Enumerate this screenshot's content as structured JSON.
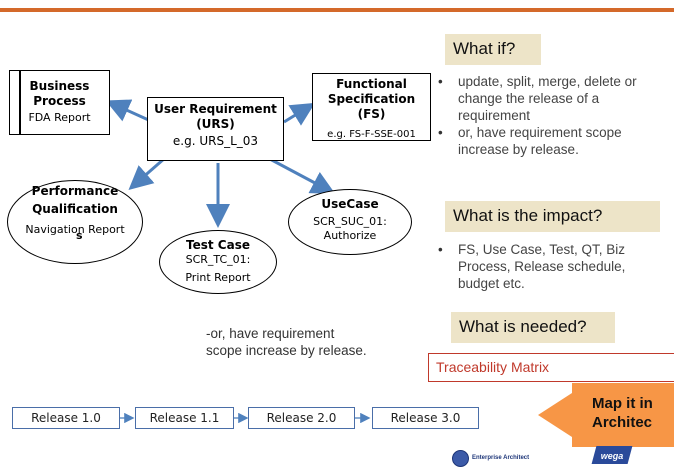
{
  "business": {
    "title_1": "Business",
    "title_2": "Process",
    "sub": "FDA Report"
  },
  "urs": {
    "title_1": "User Requirement",
    "title_2": "(URS)",
    "sub": "e.g. URS_L_03"
  },
  "fs": {
    "title_1": "Functional",
    "title_2": "Specification (FS)",
    "sub": "e.g. FS-F-SSE-001"
  },
  "pq": {
    "title_1": "Performance",
    "title_2": "Qualification",
    "sub": "Navigation Report",
    "stray": "s"
  },
  "testcase": {
    "title": "Test Case",
    "line1": "SCR_TC_01:",
    "line2": "Print Report"
  },
  "usecase": {
    "title": "UseCase",
    "line1": "SCR_SUC_01:",
    "line2": "Authorize"
  },
  "what_if": {
    "heading": "What if?",
    "bullets": [
      "update, split, merge, delete or change the release of a requirement",
      "or, have requirement scope increase by release."
    ]
  },
  "impact": {
    "heading": "What is the impact?",
    "bullets": [
      "FS, Use Case, Test, QT, Biz Process, Release schedule, budget etc."
    ]
  },
  "needed": {
    "heading": "What is needed?"
  },
  "traceability": {
    "label": "Traceability Matrix"
  },
  "note": {
    "line1": "-or, have requirement",
    "line2": "scope increase by release."
  },
  "releases": [
    "Release 1.0",
    "Release 1.1",
    "Release 2.0",
    "Release 3.0"
  ],
  "callout": {
    "line1": "Map it in",
    "line2": "Architec"
  },
  "logos": {
    "ea": "Enterprise Architect",
    "wega": "wega"
  },
  "colors": {
    "accent_bar": "#d4692a",
    "arrow": "#4f81bd",
    "tan": "#ede4c8",
    "callout": "#f79646",
    "trace_red": "#c0392b"
  }
}
